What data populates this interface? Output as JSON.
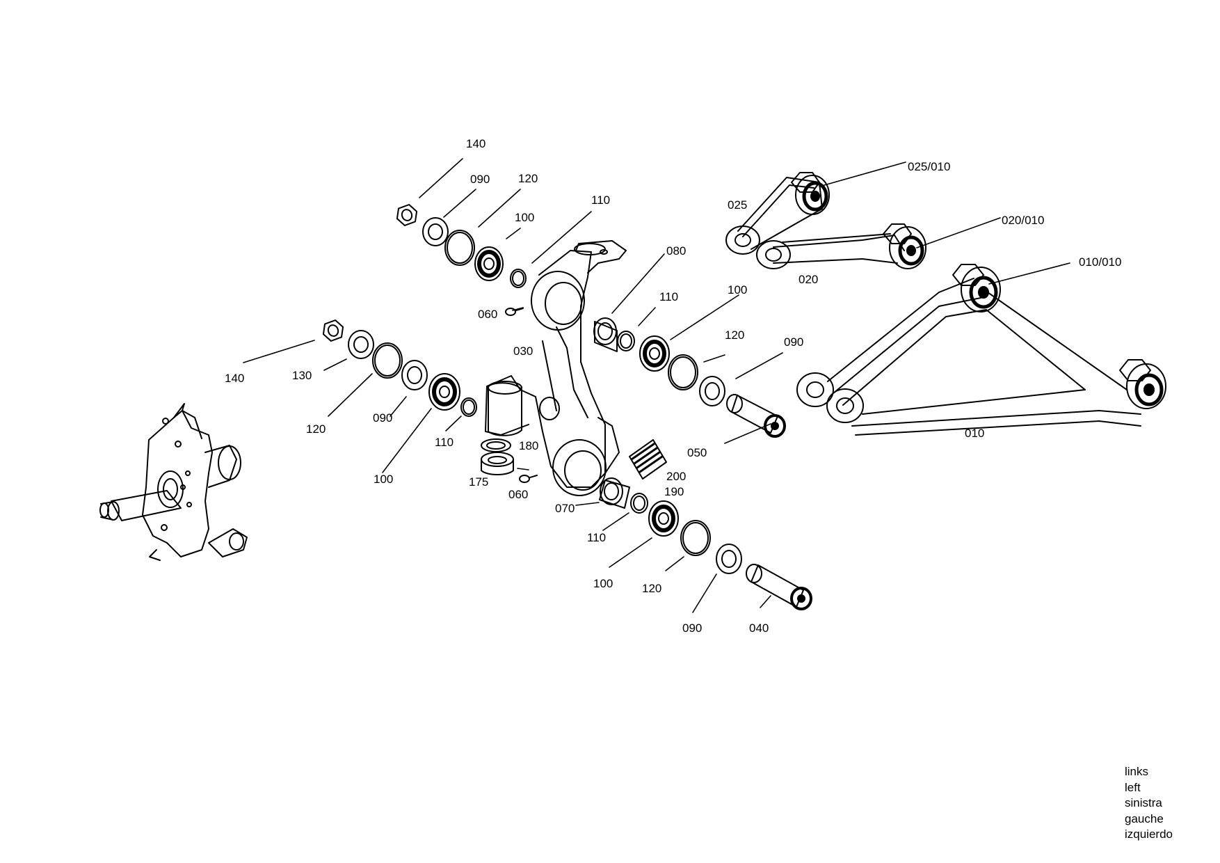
{
  "labels": {
    "l140a": "140",
    "l090a": "090",
    "l120a": "120",
    "l100a": "100",
    "l110a": "110",
    "l025": "025",
    "l025_010": "025/010",
    "l020_010": "020/010",
    "l020": "020",
    "l010_010": "010/010",
    "l080": "080",
    "l110b": "110",
    "l100b": "100",
    "l060a": "060",
    "l030": "030",
    "l120b": "120",
    "l090b": "090",
    "l140b": "140",
    "l130": "130",
    "l120c": "120",
    "l090c": "090",
    "l110c": "110",
    "l100c": "100",
    "l180": "180",
    "l175": "175",
    "l060b": "060",
    "l200": "200",
    "l190": "190",
    "l070": "070",
    "l050": "050",
    "l010": "010",
    "l110d": "110",
    "l100d": "100",
    "l120d": "120",
    "l090d": "090",
    "l040": "040"
  },
  "legend": [
    "links",
    "left",
    "sinistra",
    "gauche",
    "izquierdo"
  ]
}
